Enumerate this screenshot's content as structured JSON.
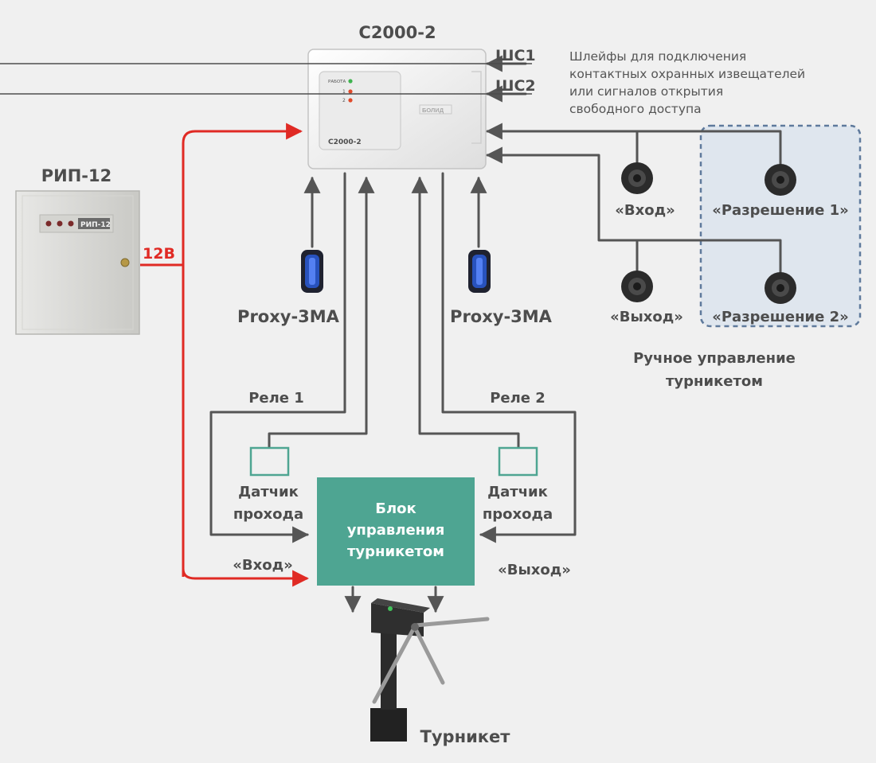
{
  "colors": {
    "background": "#f0f0f0",
    "wire": "#555555",
    "power_wire": "#e02a24",
    "control_box": "#4ea592",
    "sensor_box": "#4ea592",
    "dashed_region": "#5f7a9c",
    "dashed_fill": "#dfe6ee",
    "reader_led": "#2a5bd6"
  },
  "controller": {
    "title": "С2000-2",
    "panel_label": "С2000-2",
    "led_work": "РАБОТА",
    "led_1": "1",
    "led_2": "2",
    "brand": "БОЛИД"
  },
  "psu": {
    "title": "РИП-12",
    "panel_label": "РИП-12",
    "voltage": "12В"
  },
  "loops": {
    "shs1": "ШС1",
    "shs2": "ШС2",
    "note": [
      "Шлейфы для подключения",
      "контактных охранных извещателей",
      "или сигналов открытия",
      "свободного доступа"
    ]
  },
  "readers": [
    {
      "label": "Proxy-3MA"
    },
    {
      "label": "Proxy-3MA"
    }
  ],
  "buttons": {
    "entry": "«Вход»",
    "exit": "«Выход»",
    "permit1": "«Разрешение 1»",
    "permit2": "«Разрешение 2»",
    "manual_caption": [
      "Ручное управление",
      "турникетом"
    ]
  },
  "relays": {
    "relay1": "Реле 1",
    "relay2": "Реле 2"
  },
  "sensors": [
    {
      "label": [
        "Датчик",
        "прохода"
      ]
    },
    {
      "label": [
        "Датчик",
        "прохода"
      ]
    }
  ],
  "control_unit": {
    "label": [
      "Блок",
      "управления",
      "турникетом"
    ]
  },
  "signals": {
    "entry": "«Вход»",
    "exit": "«Выход»"
  },
  "turnstile": {
    "label": "Турникет"
  }
}
